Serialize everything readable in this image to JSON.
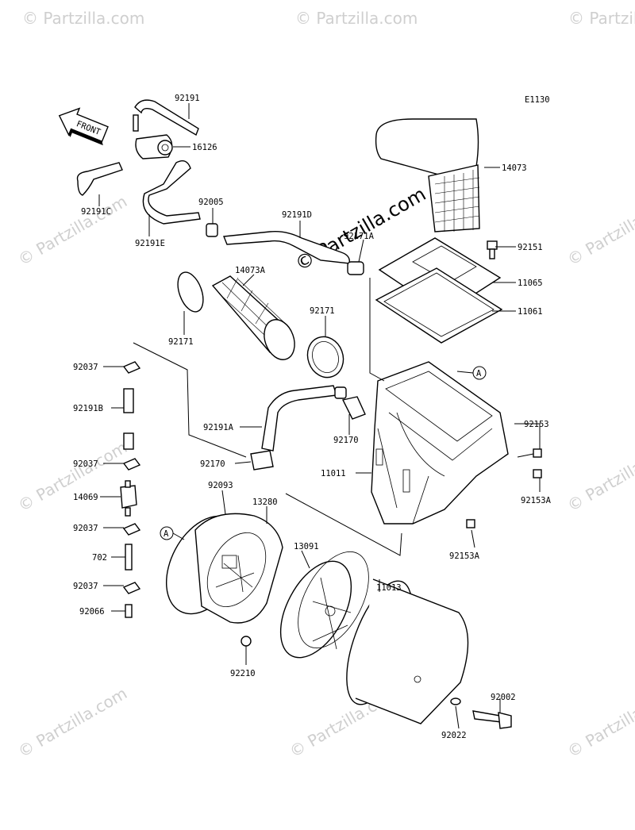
{
  "diagram_code": "E1130",
  "front_label": "FRONT",
  "watermark": {
    "brand": "© Partzilla.com",
    "small": "© Partzilla.com"
  },
  "part_labels": {
    "p92191": "92191",
    "p16126": "16126",
    "p92191C": "92191C",
    "p92191E": "92191E",
    "p92005": "92005",
    "p92191D": "92191D",
    "p92171A": "92171A",
    "p14073": "14073",
    "p92151": "92151",
    "p11065": "11065",
    "p11061": "11061",
    "p14073A": "14073A",
    "p92171_left": "92171",
    "p92171_mid": "92171",
    "p92037_1": "92037",
    "p92191B": "92191B",
    "p92191A": "92191A",
    "p92170_right": "92170",
    "p92170_left": "92170",
    "p92037_2": "92037",
    "p14069": "14069",
    "p92037_3": "92037",
    "p702": "702",
    "p92037_4": "92037",
    "p92066": "92066",
    "p92093": "92093",
    "p13280": "13280",
    "p13091": "13091",
    "p11013": "11013",
    "p11011": "11011",
    "p92153": "92153",
    "p92153A_right": "92153A",
    "p92153A_bottom": "92153A",
    "p92210": "92210",
    "p92002": "92002",
    "p92022": "92022",
    "ref_A_top": "A",
    "ref_A_left": "A"
  }
}
